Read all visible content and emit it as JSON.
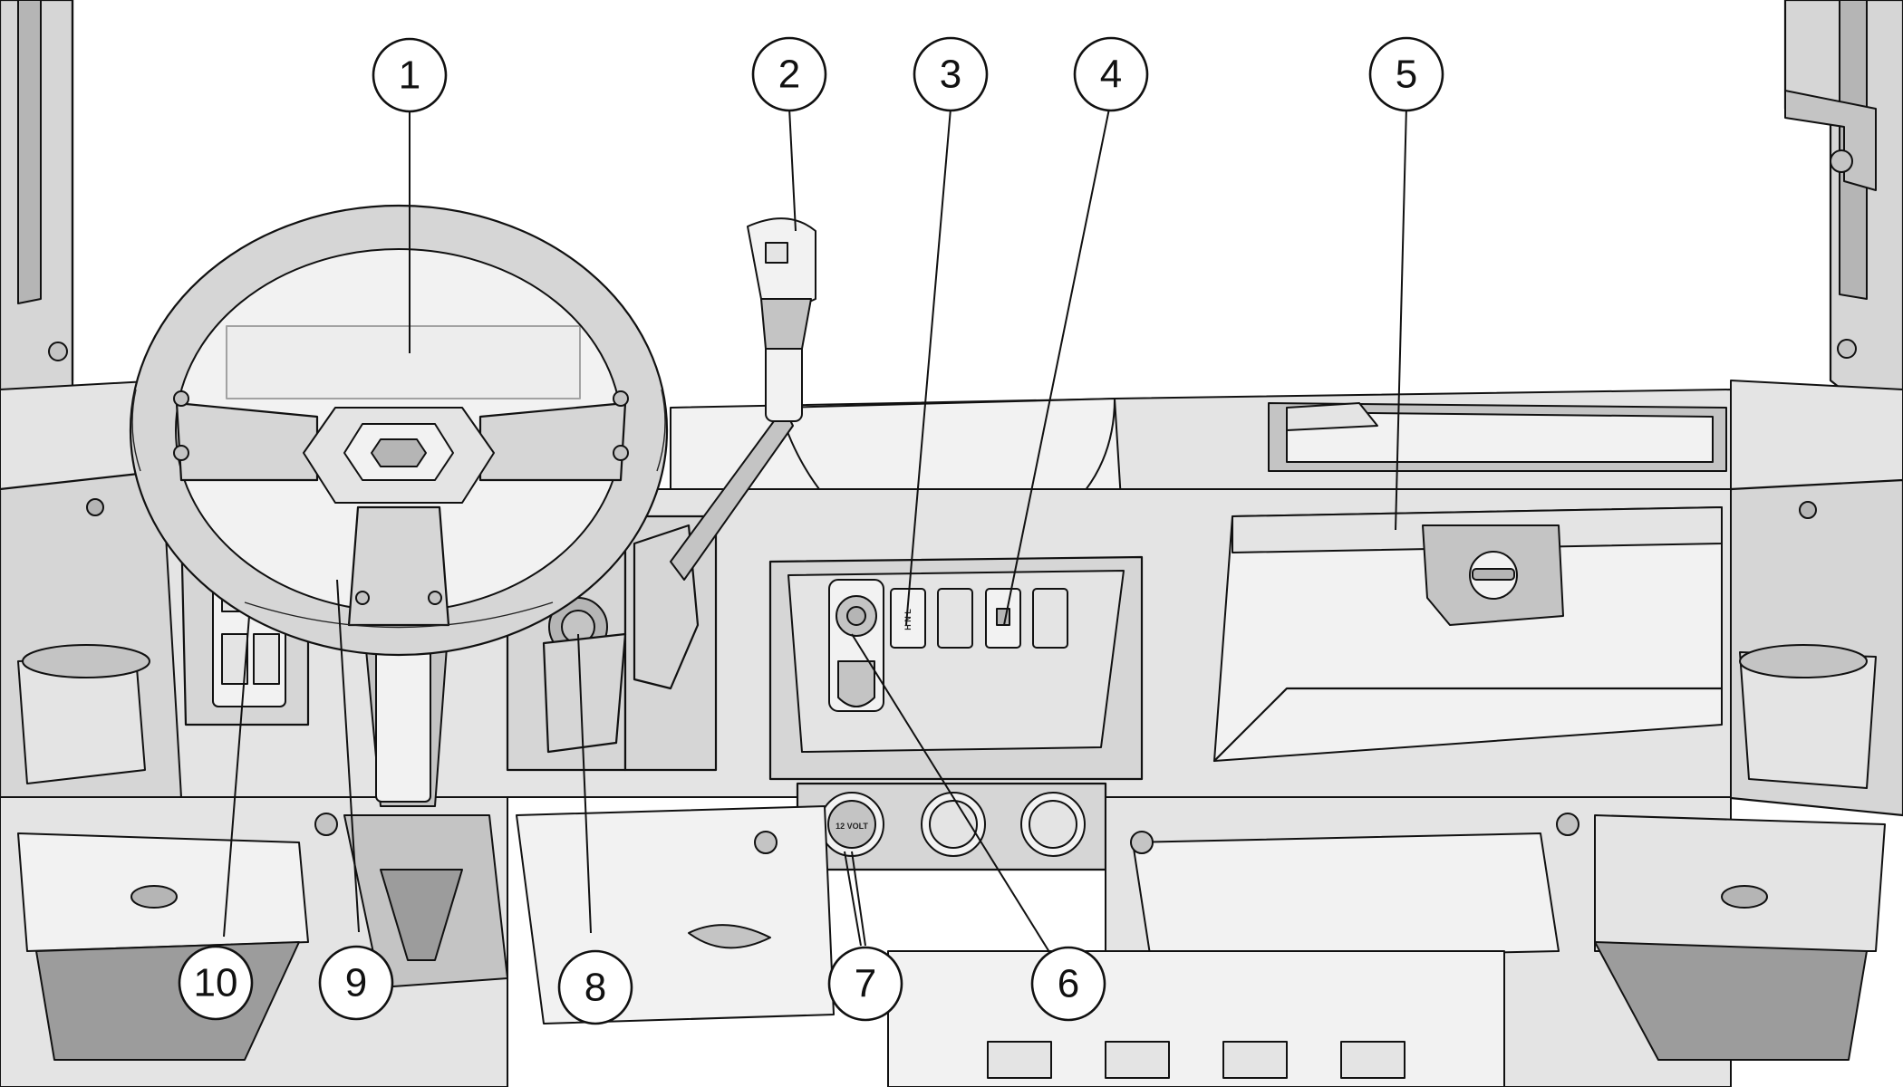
{
  "diagram": {
    "callouts": [
      {
        "id": "1",
        "label": "1"
      },
      {
        "id": "2",
        "label": "2"
      },
      {
        "id": "3",
        "label": "3"
      },
      {
        "id": "4",
        "label": "4"
      },
      {
        "id": "5",
        "label": "5"
      },
      {
        "id": "6",
        "label": "6"
      },
      {
        "id": "7",
        "label": "7"
      },
      {
        "id": "8",
        "label": "8"
      },
      {
        "id": "9",
        "label": "9"
      },
      {
        "id": "10",
        "label": "10"
      }
    ],
    "outlet_label": "12 VOLT"
  }
}
